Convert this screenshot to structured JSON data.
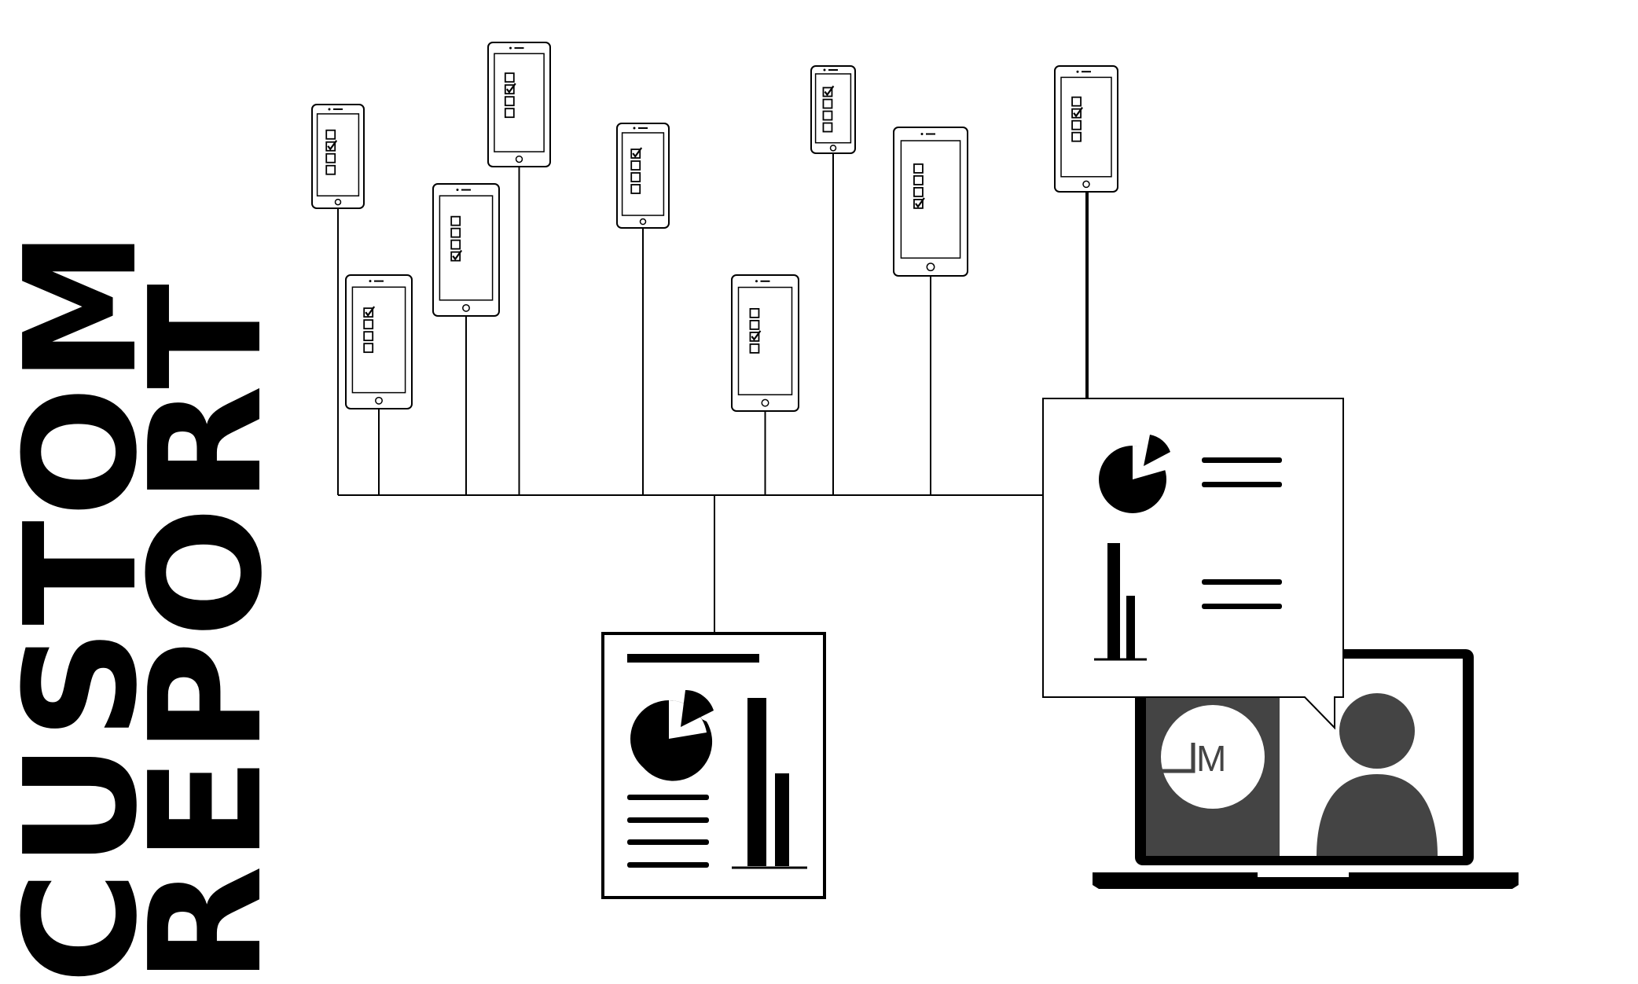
{
  "title": {
    "line1": "CUSTOM",
    "line2": "REPORT"
  },
  "phones": [
    {
      "id": "phone-1",
      "checked_index": 1,
      "boxes": 4
    },
    {
      "id": "phone-2",
      "checked_index": 0,
      "boxes": 4
    },
    {
      "id": "phone-3",
      "checked_index": 3,
      "boxes": 4
    },
    {
      "id": "phone-4",
      "checked_index": 1,
      "boxes": 4
    },
    {
      "id": "phone-5",
      "checked_index": 0,
      "boxes": 4
    },
    {
      "id": "phone-6",
      "checked_index": 2,
      "boxes": 4
    },
    {
      "id": "phone-7",
      "checked_index": 0,
      "boxes": 4
    },
    {
      "id": "phone-8",
      "checked_index": 3,
      "boxes": 4
    },
    {
      "id": "phone-9",
      "checked_index": 1,
      "boxes": 4
    }
  ],
  "laptop": {
    "logo_letter": "M"
  },
  "colors": {
    "ink": "#000000",
    "background": "#ffffff",
    "screen_gray": "#444444"
  }
}
